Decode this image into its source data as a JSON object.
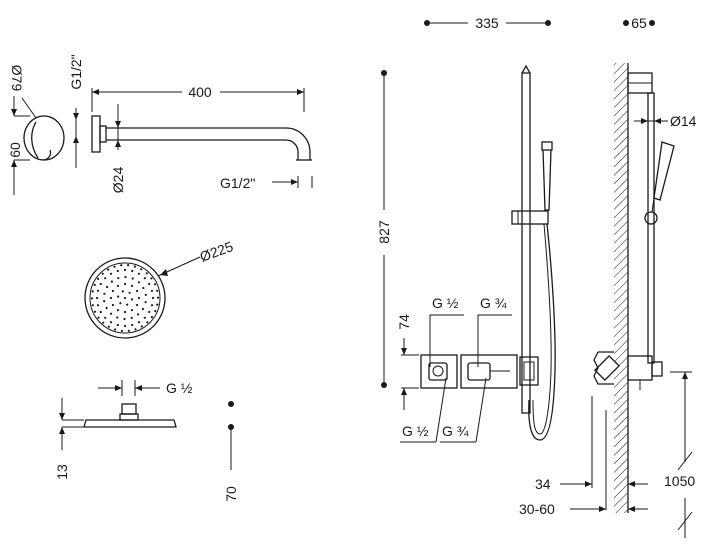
{
  "dimensions": {
    "top_width": "335",
    "side_depth": "65",
    "arm_length": "400",
    "arm_thread": "G1/2\"",
    "arm_thread_bottom": "G1/2\"",
    "flange_diameter": "Ø79",
    "flange_height": "60",
    "arm_diameter": "Ø24",
    "bar_diameter": "Ø14",
    "head_diameter": "Ø225",
    "head_thread": "G ½",
    "head_height": "13",
    "head_offset": "70",
    "rail_height": "827",
    "valve_height": "74",
    "valve_thread_top_left": "G ½",
    "valve_thread_top_right": "G ¾",
    "valve_thread_bottom_left": "G ½",
    "valve_thread_bottom_right": "G ¾",
    "recess_depth": "34",
    "recess_range": "30-60",
    "mount_height": "1050"
  }
}
